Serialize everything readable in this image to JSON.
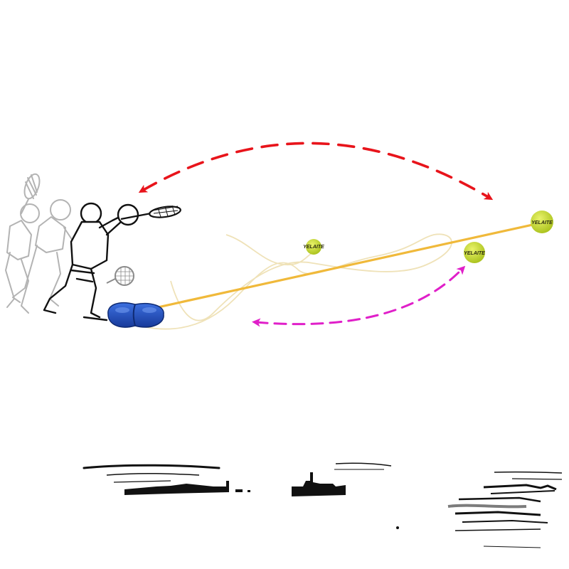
{
  "ball_brand_text": "YELAITE",
  "colors": {
    "background": "#ffffff",
    "swing_arrow": "#e8141b",
    "return_arrow": "#e01fc9",
    "elastic_cord": "#f0b93a",
    "cord_motion_trace": "#efe2b8",
    "trainer_base": "#1f4fbf",
    "tennis_ball": "#c5dc24",
    "player_outline": "#111111",
    "player_ghost_outline": "#b3b3b3",
    "skyline_ink": "#111111"
  },
  "icons": {
    "swing_arrow": "double-headed-dashed-arc-arrow",
    "return_arrow": "double-headed-dashed-arc-arrow",
    "trainer_base": "rebound-trainer-base",
    "ball": "tennis-ball",
    "player": "tennis-player-swing-sequence",
    "skyline": "city-skyline-silhouette"
  }
}
